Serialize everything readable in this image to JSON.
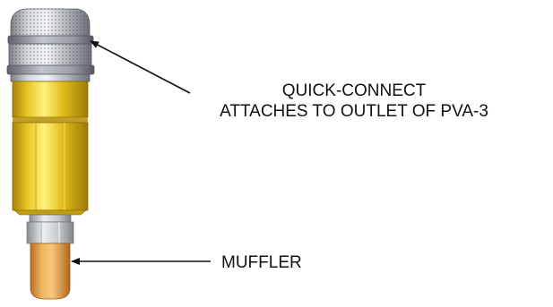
{
  "labels": {
    "quick_connect_line1": "QUICK-CONNECT",
    "quick_connect_line2": "ATTACHES TO OUTLET OF PVA-3",
    "muffler": "MUFFLER"
  },
  "colors": {
    "coupler_silver": "#b8bcc2",
    "body_brass": "#e3c11f",
    "nut_steel": "#c9ccd0",
    "muffler_bronze": "#e0a14e",
    "arrow": "#111111",
    "text": "#111111"
  }
}
